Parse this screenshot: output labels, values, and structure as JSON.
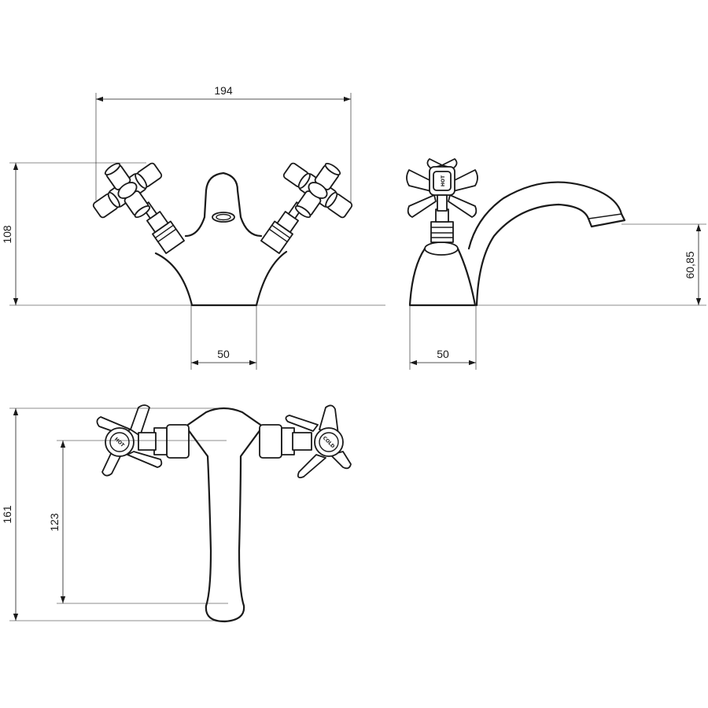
{
  "dimensions": {
    "front_width": "194",
    "front_height": "108",
    "front_base": "50",
    "side_base": "50",
    "side_spout_height": "60,85",
    "top_depth": "161",
    "top_handle_reach": "123"
  },
  "handle_labels": {
    "hot": "HOT",
    "cold": "COLD"
  }
}
